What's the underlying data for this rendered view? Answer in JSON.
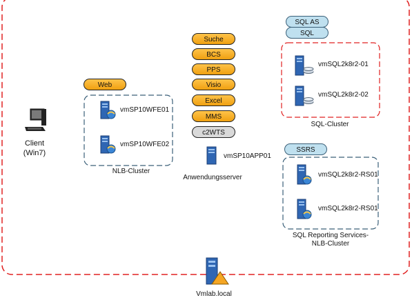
{
  "domain_outer": {
    "label": "Vmlab.local"
  },
  "client": {
    "name": "Client",
    "os": "(Win7)"
  },
  "web": {
    "role": "Web",
    "servers": [
      "vmSP10WFE01",
      "vmSP10WFE02"
    ],
    "cluster": "NLB-Cluster"
  },
  "app": {
    "services": [
      "Suche",
      "BCS",
      "PPS",
      "Visio",
      "Excel",
      "MMS"
    ],
    "extra_service": "c2WTS",
    "server": "vmSP10APP01",
    "caption": "Anwendungsserver"
  },
  "sql": {
    "roles": [
      "SQL AS",
      "SQL"
    ],
    "servers": [
      "vmSQL2k8r2-01",
      "vmSQL2k8r2-02"
    ],
    "cluster": "SQL-Cluster"
  },
  "ssrs": {
    "role": "SSRS",
    "servers": [
      "vmSQL2k8r2-RS01",
      "vmSQL2k8r2-RS01"
    ],
    "cluster_line1": "SQL Reporting Services-",
    "cluster_line2": "NLB-Cluster"
  },
  "colors": {
    "domain_border": "#e02020",
    "cluster_border": "#3a5f78",
    "pill_orange": "#f5a623",
    "pill_blue": "#bfe0ef",
    "pill_gray": "#d9d9d9"
  }
}
